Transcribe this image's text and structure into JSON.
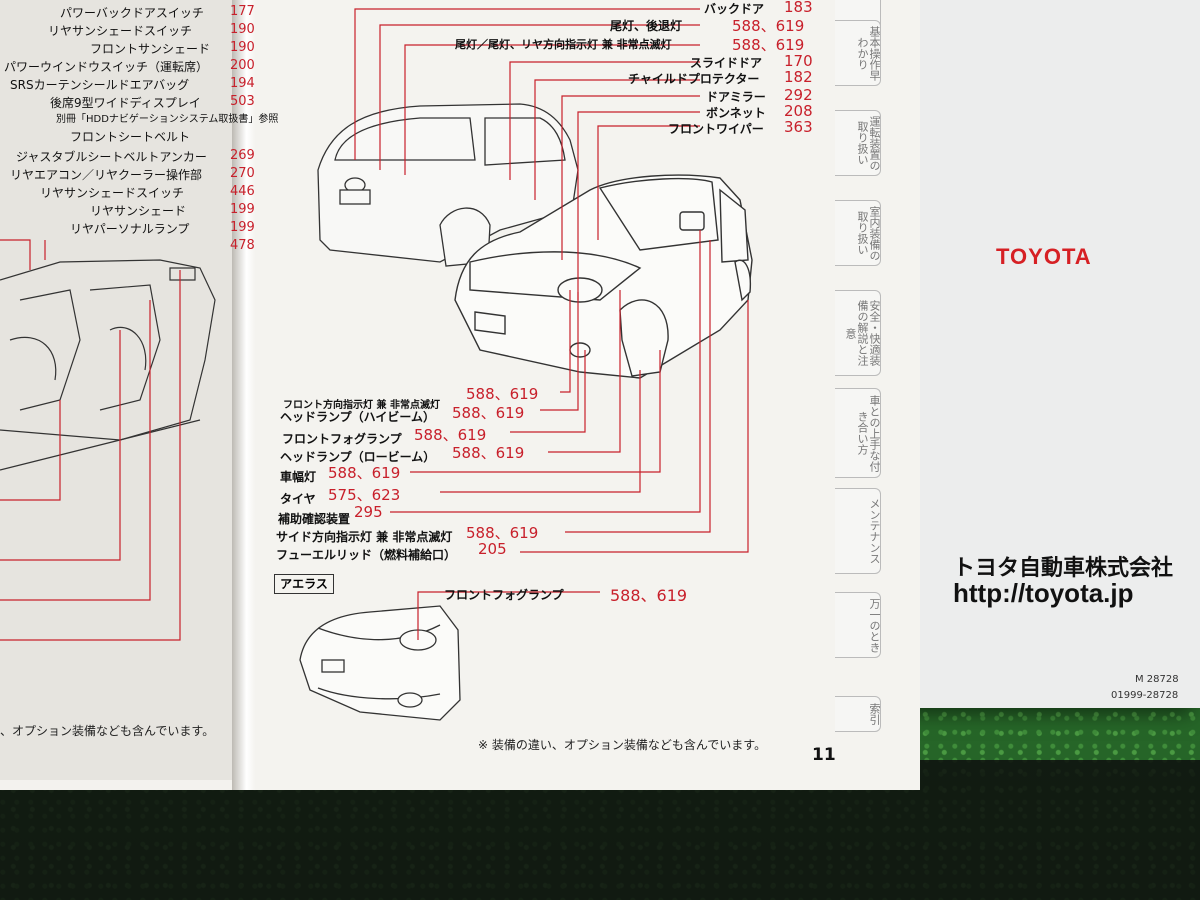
{
  "cover": {
    "brand": "TOYOTA",
    "maker": "トヨタ自動車株式会社",
    "url": "http://toyota.jp",
    "code1": "M 28728",
    "code2": "01999-28728"
  },
  "left_page": {
    "labels": [
      {
        "text": "パワーバックドアスイッチ",
        "page": "177"
      },
      {
        "text": "リヤサンシェードスイッチ",
        "page": "190"
      },
      {
        "text": "フロントサンシェード",
        "page": "190"
      },
      {
        "text": "パワーウインドウスイッチ（運転席）",
        "page": "200"
      },
      {
        "text": "SRSカーテンシールドエアバッグ",
        "page": "194"
      },
      {
        "text": "後席9型ワイドディスプレイ",
        "page": "503"
      },
      {
        "text": "別冊「HDDナビゲーションシステム取扱書」参照",
        "page": ""
      },
      {
        "text": "フロントシートベルト",
        "page": ""
      },
      {
        "text": "ジャスタブルシートベルトアンカー",
        "page": "269"
      },
      {
        "text": "リヤエアコン／リヤクーラー操作部",
        "page": "270"
      },
      {
        "text": "リヤサンシェードスイッチ",
        "page": "446"
      },
      {
        "text": "リヤサンシェード",
        "page": "199"
      },
      {
        "text": "リヤパーソナルランプ",
        "page": "199"
      },
      {
        "text": "",
        "page": "478"
      }
    ],
    "note": "、オプション装備なども含んでいます。"
  },
  "right_page": {
    "top_labels": [
      {
        "text": "バックドア",
        "page": "183"
      },
      {
        "text": "尾灯、後退灯",
        "page": "588、619"
      },
      {
        "text": "尾灯／尾灯、リヤ方向指示灯 兼 非常点滅灯",
        "page": "588、619"
      },
      {
        "text": "スライドドア",
        "page": "170"
      },
      {
        "text": "チャイルドプロテクター",
        "page": "182"
      },
      {
        "text": "ドアミラー",
        "page": "292"
      },
      {
        "text": "ボンネット",
        "page": "208"
      },
      {
        "text": "フロントワイパー",
        "page": "363"
      }
    ],
    "bottom_labels": [
      {
        "text": "フロント方向指示灯 兼 非常点滅灯",
        "page": "588、619"
      },
      {
        "text": "ヘッドランプ（ハイビーム）",
        "page": "588、619"
      },
      {
        "text": "フロントフォグランプ",
        "page": "588、619"
      },
      {
        "text": "ヘッドランプ（ロービーム）",
        "page": "588、619"
      },
      {
        "text": "車幅灯",
        "page": "588、619"
      },
      {
        "text": "タイヤ",
        "page": "575、623"
      },
      {
        "text": "補助確認装置",
        "page": "295"
      },
      {
        "text": "サイド方向指示灯 兼 非常点滅灯",
        "page": "588、619"
      },
      {
        "text": "フューエルリッド（燃料補給口）",
        "page": "205"
      }
    ],
    "aeras": {
      "title": "アエラス",
      "label": "フロントフォグランプ",
      "page": "588、619"
    },
    "note": "※ 装備の違い、オプション装備なども含んでいます。",
    "page_number": "11"
  },
  "side_tabs": [
    "基本操作早わかり",
    "運転装置の取り扱い",
    "室内装備の取り扱い",
    "安全・快適装備の解説と注意",
    "車との上手な付き合い方",
    "メンテナンス",
    "万一のとき",
    "索引"
  ],
  "colors": {
    "accent_red": "#c8202b",
    "brand_red": "#d62024"
  }
}
